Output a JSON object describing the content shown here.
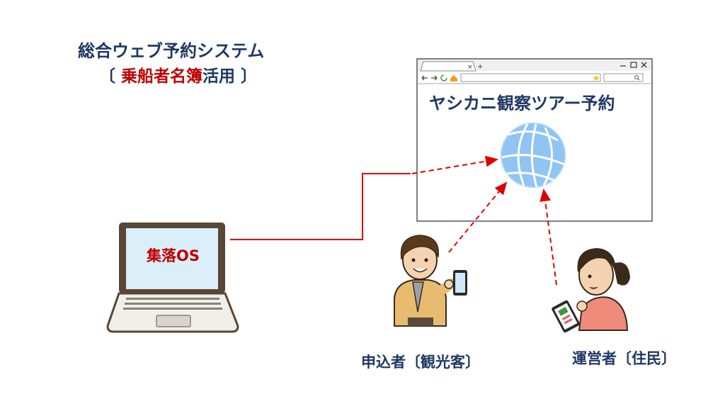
{
  "title": {
    "main": "総合ウェブ予約システム",
    "sub_open": "〔",
    "sub_highlight": "乗船者名簿",
    "sub_rest": "活用",
    "sub_close": "〕"
  },
  "browser": {
    "site_title": "ヤシカニ観察ツアー予約",
    "new_tab": "+",
    "tab_close": "×"
  },
  "laptop": {
    "label": "集落OS"
  },
  "people": {
    "applicant": "申込者〔観光客〕",
    "operator": "運営者〔住民〕"
  },
  "colors": {
    "title": "#1f3864",
    "highlight": "#c00000",
    "arrow": "#e00000",
    "globe": "#8fc4f5"
  }
}
